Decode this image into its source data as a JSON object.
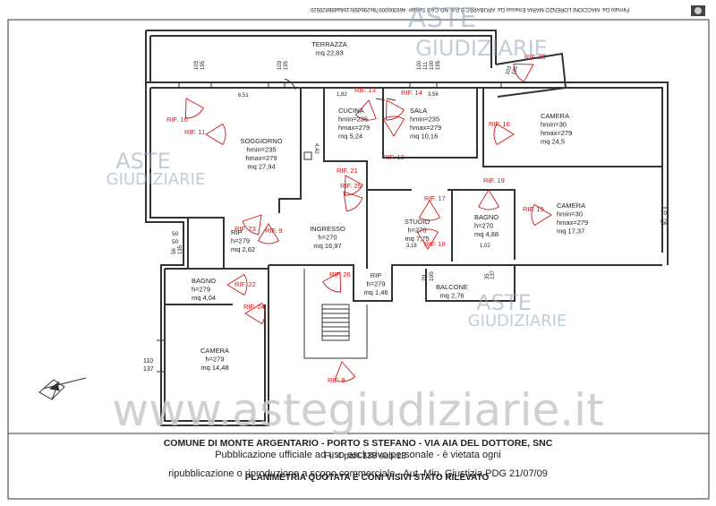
{
  "top_note": "Firmato Da: MACCIONI LORENZO MARIA Emesso Da: ARUBAPEC S.P.A. NG CA 3 Serial#: 46930b00978e29bd58c1b6ad86829520",
  "watermark": {
    "aste": "ASTE",
    "giudiziarie": "GIUDIZIARIE",
    "url": "www.astegiudiziarie.it",
    "notice_1": "Pubblicazione ufficiale ad uso esclusivo personale - è vietata ogni",
    "notice_2": "ripubblicazione o riproduzione a scopo commerciale - Aut. Min. Giustizia PDG 21/07/09"
  },
  "footer": {
    "title": "COMUNE DI MONTE ARGENTARIO - PORTO S STEFANO - VIA AIA DEL DOTTORE, SNC",
    "cadastral": "Fi. 4 part.138 sub.13",
    "subtitle": "PLANIMETRIA QUOTATA E CONI VISIVI STATO RILEVATO"
  },
  "rooms": [
    {
      "id": "terrazza",
      "lines": [
        "TERRAZZA",
        "mq 22,83"
      ]
    },
    {
      "id": "cucina",
      "lines": [
        "CUCINA",
        "hmin=235",
        "hmax=279",
        "mq 5,24"
      ]
    },
    {
      "id": "sala",
      "lines": [
        "SALA",
        "hmin=235",
        "hmax=279",
        "mq 10,16"
      ]
    },
    {
      "id": "camera-1",
      "lines": [
        "CAMERA",
        "hmin=30",
        "hmax=279",
        "mq 24,5"
      ]
    },
    {
      "id": "soggiorno",
      "lines": [
        "SOGGIORNO",
        "hmin=235",
        "hmax=279",
        "mq 27,94"
      ]
    },
    {
      "id": "camera-2",
      "lines": [
        "CAMERA",
        "hmin=30",
        "hmax=279",
        "mq 17,37"
      ]
    },
    {
      "id": "rip-1",
      "lines": [
        "RIP",
        "h=279",
        "mq 2,62"
      ]
    },
    {
      "id": "ingresso",
      "lines": [
        "INGRESSO",
        "h=270",
        "mq 16,97"
      ]
    },
    {
      "id": "studio",
      "lines": [
        "STUDIO",
        "h=270",
        "mq 7,75"
      ]
    },
    {
      "id": "bagno-1",
      "lines": [
        "BAGNO",
        "h=270",
        "mq 4,88"
      ]
    },
    {
      "id": "bagno-2",
      "lines": [
        "BAGNO",
        "h=279",
        "mq 4,04"
      ]
    },
    {
      "id": "rip-2",
      "lines": [
        "RIP",
        "h=279",
        "mq 1,46"
      ]
    },
    {
      "id": "balcone",
      "lines": [
        "BALCONE",
        "mq 2,76"
      ]
    },
    {
      "id": "camera-3",
      "lines": [
        "CAMERA",
        "h=279",
        "mq 14,48"
      ]
    }
  ],
  "view_cones": [
    "RIF. 10",
    "RIF. 11",
    "RIF. 13",
    "RIF. 14",
    "RIF. 12",
    "RIF. 16",
    "RIF. 20",
    "RIF. 21",
    "RIF. 25",
    "RIF. 17",
    "RIF. 19",
    "RIF. 15",
    "RIF. 23",
    "RIF. 9",
    "RIF. 18",
    "RIF. 26",
    "RIF. 22",
    "RIF. 24",
    "RIF. 8"
  ],
  "dimensions": [
    "103",
    "195",
    "103",
    "195",
    "100",
    "111",
    "100",
    "195",
    "103",
    "195",
    "6,51",
    "1,82",
    "3,56",
    "4,42",
    "50",
    "50",
    "56",
    "135",
    "70",
    "82",
    "3,18",
    "1,02",
    "20",
    "105",
    "35",
    "137",
    "110",
    "137"
  ]
}
